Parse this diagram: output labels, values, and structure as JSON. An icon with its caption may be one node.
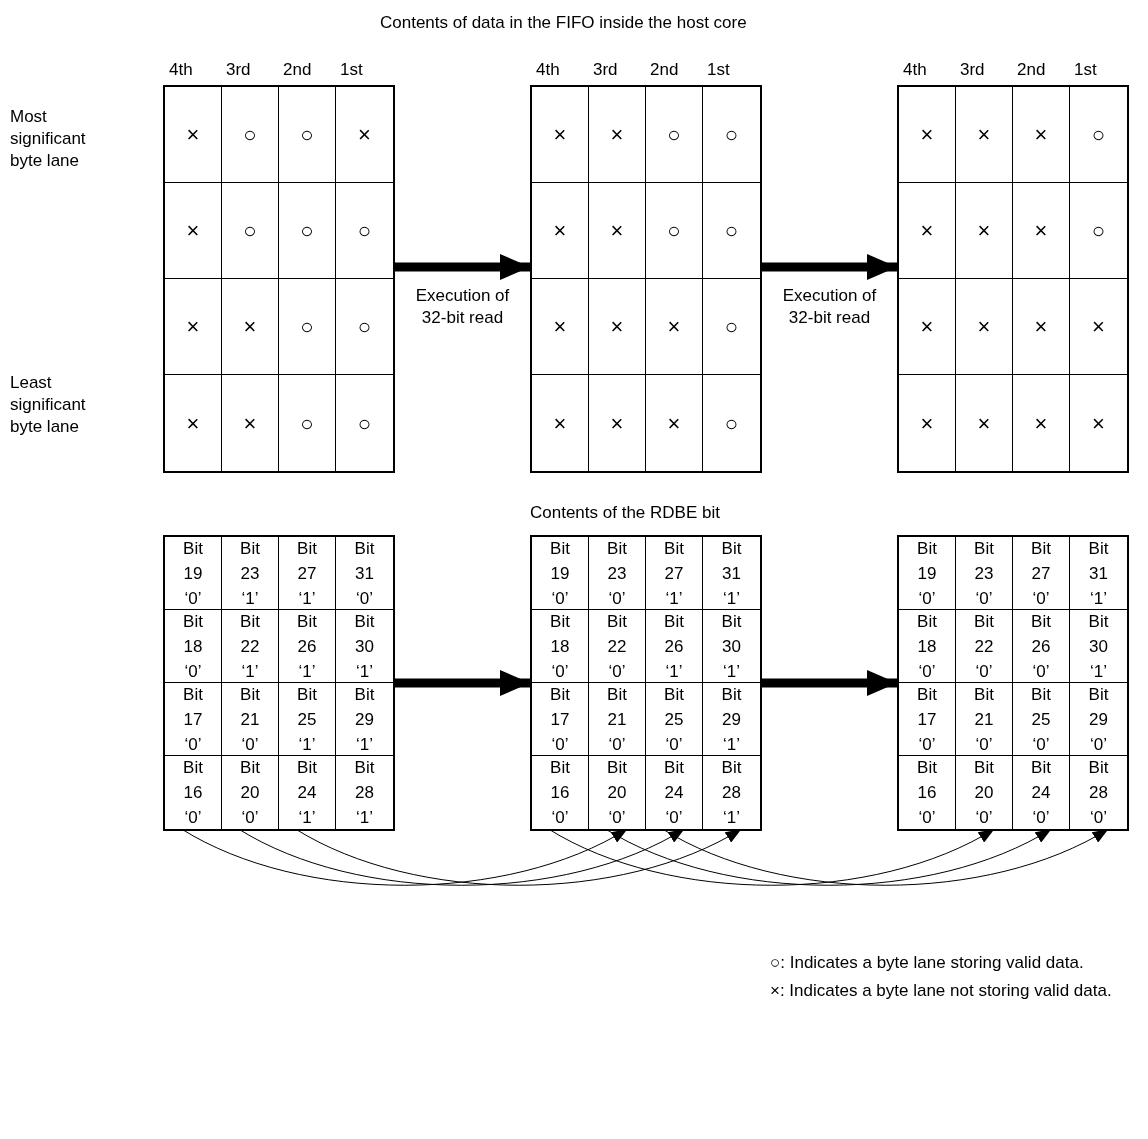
{
  "diagram": {
    "title": "Contents of data in the FIFO inside the host core",
    "nodes": [
      {
        "text": [],
        "shape": "box"
      },
      {
        "text": [
          "×"
        ],
        "in": 0
      },
      {
        "text": [
          "○"
        ],
        "in": 0
      },
      {
        "text": [
          "○"
        ],
        "in": 0
      },
      {
        "text": [
          "×"
        ],
        "in": 0
      },
      {
        "text": [
          "×"
        ],
        "in": 0
      },
      {
        "text": [
          "○"
        ],
        "in": 0
      },
      {
        "text": [
          "○"
        ],
        "in": 0
      },
      {
        "text": [
          "○"
        ],
        "in": 0
      },
      {
        "text": [
          "×"
        ],
        "in": 0
      },
      {
        "text": [
          "×"
        ],
        "in": 0
      },
      {
        "text": [
          "○"
        ],
        "in": 0
      },
      {
        "text": [
          "○"
        ],
        "in": 0
      },
      {
        "text": [
          "×"
        ],
        "in": 0
      },
      {
        "text": [
          "×"
        ],
        "in": 0
      },
      {
        "text": [
          "○"
        ],
        "in": 0
      },
      {
        "text": [
          "○"
        ],
        "in": 0
      },
      {
        "text": [],
        "shape": "box"
      },
      {
        "text": [
          "×"
        ],
        "in": 17
      },
      {
        "text": [
          "×"
        ],
        "in": 17
      },
      {
        "text": [
          "○"
        ],
        "in": 17
      },
      {
        "text": [
          "○"
        ],
        "in": 17
      },
      {
        "text": [
          "×"
        ],
        "in": 17
      },
      {
        "text": [
          "×"
        ],
        "in": 17
      },
      {
        "text": [
          "○"
        ],
        "in": 17
      },
      {
        "text": [
          "○"
        ],
        "in": 17
      },
      {
        "text": [
          "×"
        ],
        "in": 17
      },
      {
        "text": [
          "×"
        ],
        "in": 17
      },
      {
        "text": [
          "×"
        ],
        "in": 17
      },
      {
        "text": [
          "○"
        ],
        "in": 17
      },
      {
        "text": [
          "×"
        ],
        "in": 17
      },
      {
        "text": [
          "×"
        ],
        "in": 17
      },
      {
        "text": [
          "×"
        ],
        "in": 17
      },
      {
        "text": [
          "○"
        ],
        "in": 17
      },
      {
        "text": [],
        "shape": "box"
      },
      {
        "text": [
          "×"
        ],
        "in": 34
      },
      {
        "text": [
          "×"
        ],
        "in": 34
      },
      {
        "text": [
          "×"
        ],
        "in": 34
      },
      {
        "text": [
          "○"
        ],
        "in": 34
      },
      {
        "text": [
          "×"
        ],
        "in": 34
      },
      {
        "text": [
          "×"
        ],
        "in": 34
      },
      {
        "text": [
          "×"
        ],
        "in": 34
      },
      {
        "text": [
          "○"
        ],
        "in": 34
      },
      {
        "text": [
          "×"
        ],
        "in": 34
      },
      {
        "text": [
          "×"
        ],
        "in": 34
      },
      {
        "text": [
          "×"
        ],
        "in": 34
      },
      {
        "text": [
          "×"
        ],
        "in": 34
      },
      {
        "text": [
          "×"
        ],
        "in": 34
      },
      {
        "text": [
          "×"
        ],
        "in": 34
      },
      {
        "text": [
          "×"
        ],
        "in": 34
      },
      {
        "text": [
          "×"
        ],
        "in": 34
      },
      {
        "text": [],
        "shape": "box"
      },
      {
        "text": [
          "Bit 19 ‘0’"
        ],
        "in": 51
      },
      {
        "text": [
          "Bit 23 ‘1’"
        ],
        "in": 51
      },
      {
        "text": [
          "Bit 27 ‘1’"
        ],
        "in": 51
      },
      {
        "text": [
          "Bit 31 ‘0’"
        ],
        "in": 51
      },
      {
        "text": [
          "Bit 18 ‘0’"
        ],
        "in": 51
      },
      {
        "text": [
          "Bit 22 ‘1’"
        ],
        "in": 51
      },
      {
        "text": [
          "Bit 26 ‘1’"
        ],
        "in": 51
      },
      {
        "text": [
          "Bit 30 ‘1’"
        ],
        "in": 51
      },
      {
        "text": [
          "Bit 17 ‘0’"
        ],
        "in": 51
      },
      {
        "text": [
          "Bit 21 ‘0’"
        ],
        "in": 51
      },
      {
        "text": [
          "Bit 25 ‘1’"
        ],
        "in": 51
      },
      {
        "text": [
          "Bit 29 ‘1’"
        ],
        "in": 51
      },
      {
        "text": [
          "Bit 16 ‘0’"
        ],
        "in": 51
      },
      {
        "text": [
          "Bit 20 ‘0’"
        ],
        "in": 51
      },
      {
        "text": [
          "Bit 24 ‘1’"
        ],
        "in": 51
      },
      {
        "text": [
          "Bit 28 ‘1’"
        ],
        "in": 51
      },
      {
        "text": [],
        "shape": "box"
      },
      {
        "text": [
          "Bit 19 ‘0’"
        ],
        "in": 68
      },
      {
        "text": [
          "Bit 23 ‘0’"
        ],
        "in": 68
      },
      {
        "text": [
          "Bit 27 ‘1’"
        ],
        "in": 68
      },
      {
        "text": [
          "Bit 31 ‘1’"
        ],
        "in": 68
      },
      {
        "text": [
          "Bit 18 ‘0’"
        ],
        "in": 68
      },
      {
        "text": [
          "Bit 22 ‘0’"
        ],
        "in": 68
      },
      {
        "text": [
          "Bit 26 ‘1’"
        ],
        "in": 68
      },
      {
        "text": [
          "Bit 30 ‘1’"
        ],
        "in": 68
      },
      {
        "text": [
          "Bit 17 ‘0’"
        ],
        "in": 68
      },
      {
        "text": [
          "Bit 21 ‘0’"
        ],
        "in": 68
      },
      {
        "text": [
          "Bit 25 ‘0’"
        ],
        "in": 68
      },
      {
        "text": [
          "Bit 29 ‘1’"
        ],
        "in": 68
      },
      {
        "text": [
          "Bit 16 ‘0’"
        ],
        "in": 68
      },
      {
        "text": [
          "Bit 20 ‘0’"
        ],
        "in": 68
      },
      {
        "text": [
          "Bit 24 ‘0’"
        ],
        "in": 68
      },
      {
        "text": [
          "Bit 28 ‘1’"
        ],
        "in": 68
      },
      {
        "text": [],
        "shape": "box"
      },
      {
        "text": [
          "Bit 19 ‘0’"
        ],
        "in": 85
      },
      {
        "text": [
          "Bit 23 ‘0’"
        ],
        "in": 85
      },
      {
        "text": [
          "Bit 27 ‘0’"
        ],
        "in": 85
      },
      {
        "text": [
          "Bit 31 ‘1’"
        ],
        "in": 85
      },
      {
        "text": [
          "Bit 18 ‘0’"
        ],
        "in": 85
      },
      {
        "text": [
          "Bit 22 ‘0’"
        ],
        "in": 85
      },
      {
        "text": [
          "Bit 26 ‘0’"
        ],
        "in": 85
      },
      {
        "text": [
          "Bit 30 ‘1’"
        ],
        "in": 85
      },
      {
        "text": [
          "Bit 17 ‘0’"
        ],
        "in": 85
      },
      {
        "text": [
          "Bit 21 ‘0’"
        ],
        "in": 85
      },
      {
        "text": [
          "Bit 25 ‘0’"
        ],
        "in": 85
      },
      {
        "text": [
          "Bit 29 ‘0’"
        ],
        "in": 85
      },
      {
        "text": [
          "Bit 16 ‘0’"
        ],
        "in": 85
      },
      {
        "text": [
          "Bit 20 ‘0’"
        ],
        "in": 85
      },
      {
        "text": [
          "Bit 24 ‘0’"
        ],
        "in": 85
      },
      {
        "text": [
          "Bit 28 ‘0’"
        ],
        "in": 85
      }
    ],
    "edges": [
      {
        "from": 0,
        "to": 17,
        "arrow": "to",
        "style": "thick",
        "label": "Execution of 32-bit read"
      },
      {
        "from": 17,
        "to": 34,
        "arrow": "to",
        "style": "thick",
        "label": "Execution of 32-bit read"
      },
      {
        "from": 51,
        "to": 68,
        "arrow": "to",
        "style": "thick"
      },
      {
        "from": 68,
        "to": 85,
        "arrow": "to",
        "style": "thick"
      },
      {
        "from": 64,
        "to": 82,
        "arrow": "to"
      },
      {
        "from": 65,
        "to": 83,
        "arrow": "to"
      },
      {
        "from": 66,
        "to": 84,
        "arrow": "to"
      },
      {
        "from": 81,
        "to": 99,
        "arrow": "to"
      },
      {
        "from": 82,
        "to": 100,
        "arrow": "to"
      },
      {
        "from": 83,
        "to": 101,
        "arrow": "to"
      }
    ],
    "labels": [
      "4th",
      "3rd",
      "2nd",
      "1st",
      "4th",
      "3rd",
      "2nd",
      "1st",
      "4th",
      "3rd",
      "2nd",
      "1st",
      "Most significant byte lane",
      "Least significant byte lane",
      "Contents of the RDBE bit",
      "○: Indicates a byte lane storing valid data.",
      "×: Indicates a byte lane not storing valid data."
    ]
  }
}
